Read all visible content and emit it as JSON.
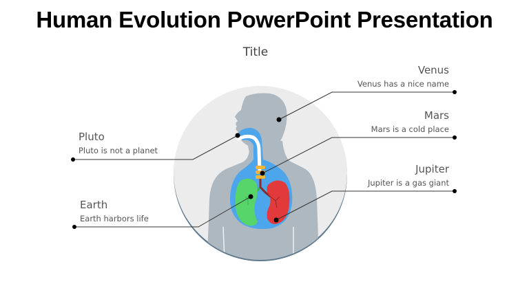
{
  "slide": {
    "title": "Human Evolution PowerPoint Presentation",
    "subtitle": "Title"
  },
  "labels": {
    "venus": {
      "name": "Venus",
      "desc": "Venus has a nice name",
      "points_to": "head"
    },
    "mars": {
      "name": "Mars",
      "desc": "Mars is a cold place",
      "points_to": "larynx"
    },
    "jupiter": {
      "name": "Jupiter",
      "desc": "Jupiter is a gas giant",
      "points_to": "right-lung"
    },
    "pluto": {
      "name": "Pluto",
      "desc": "Pluto is not a planet",
      "points_to": "mouth"
    },
    "earth": {
      "name": "Earth",
      "desc": "Earth harbors life",
      "points_to": "left-lung"
    }
  },
  "colors": {
    "circle_bg": "#ececec",
    "circle_rim": "#5f7a8e",
    "silhouette": "#aeb8c0",
    "airway_blue": "#4da6ec",
    "trachea": "#ffffff",
    "larynx_rings": "#f2b632",
    "left_lung": "#57d46a",
    "right_lung": "#e23a3a",
    "bronchi_dark": "#8a2a2a",
    "leader_line": "#333333",
    "dot": "#000000"
  }
}
